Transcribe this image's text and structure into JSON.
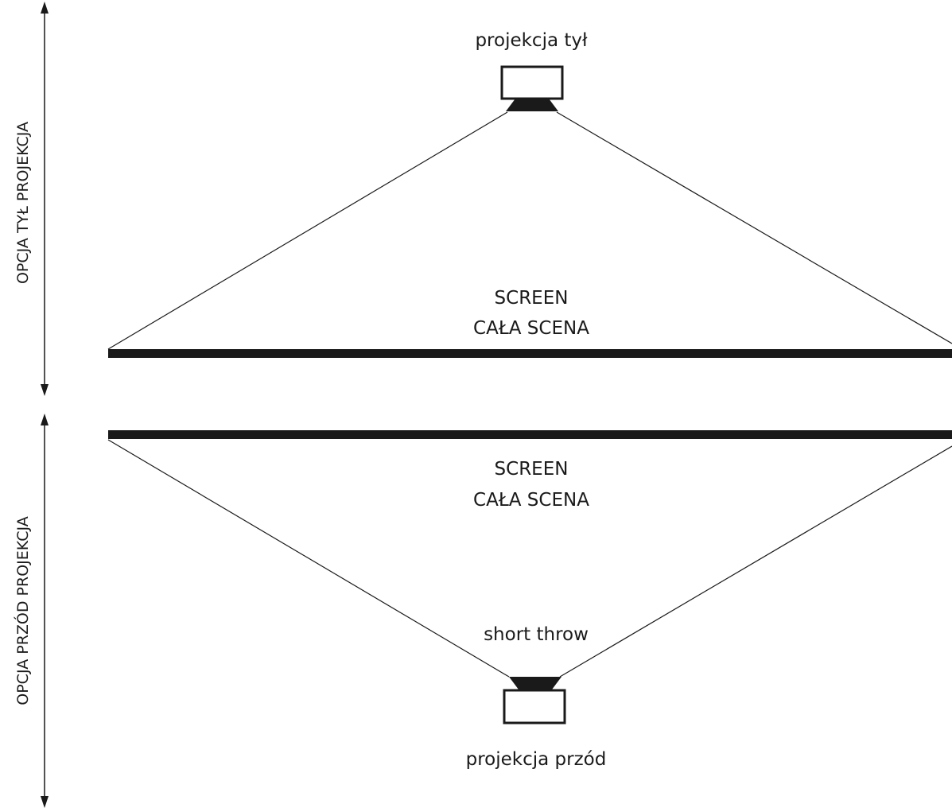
{
  "top_section": {
    "side_label": "OPCJA TYŁ PROJEKCJA",
    "projector_label": "projekcja tył",
    "screen_label_line1": "SCREEN",
    "screen_label_line2": "CAŁA SCENA"
  },
  "bottom_section": {
    "side_label": "OPCJA PRZÓD PROJEKCJA",
    "screen_label_line1": "SCREEN",
    "screen_label_line2": "CAŁA SCENA",
    "throw_label": "short throw",
    "projector_label": "projekcja przód"
  },
  "colors": {
    "ink": "#1a1a1a",
    "background": "#ffffff"
  }
}
